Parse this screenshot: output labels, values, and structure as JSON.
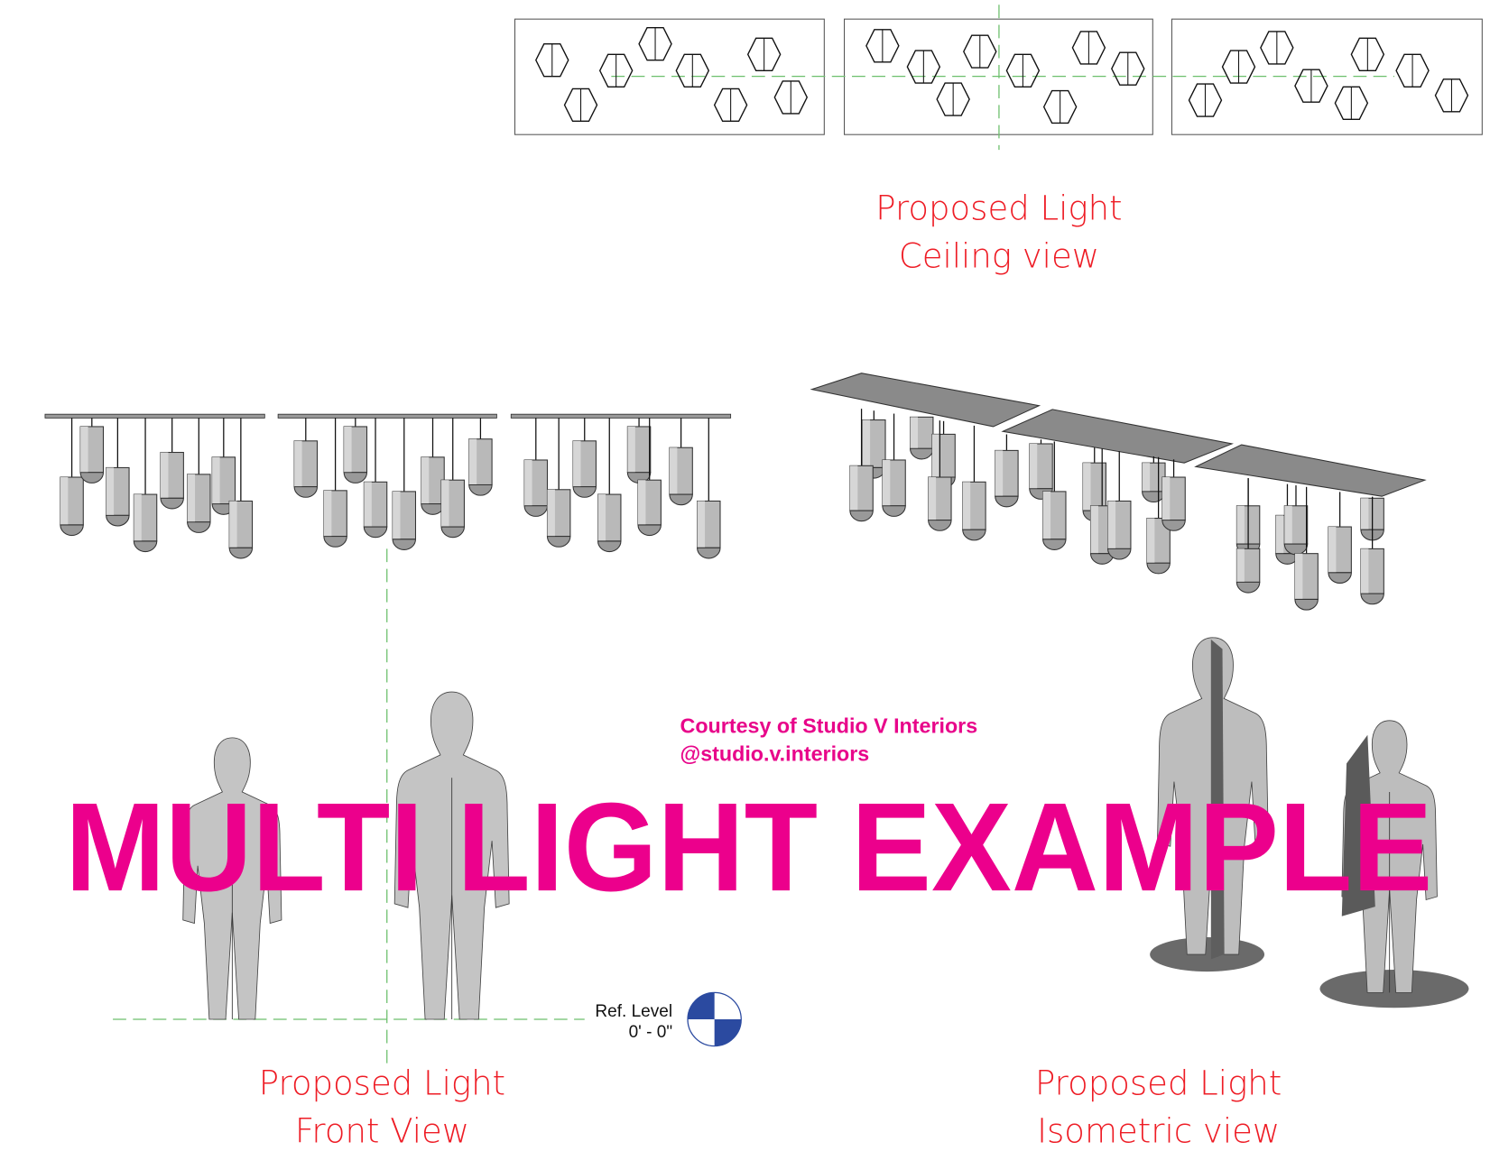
{
  "ceiling_view": {
    "line1": "Proposed Light",
    "line2": "Ceiling view"
  },
  "front_view": {
    "line1": "Proposed Light",
    "line2": "Front View"
  },
  "isometric_view": {
    "line1": "Proposed Light",
    "line2": "Isometric view"
  },
  "credit": {
    "line1": "Courtesy of Studio V Interiors",
    "line2": "@studio.v.interiors"
  },
  "watermark": "MULTI LIGHT EXAMPLE",
  "ref_level": {
    "name": "Ref. Level",
    "elevation": "0' - 0\""
  },
  "colors": {
    "label_red": "#ee1c25",
    "magenta": "#ec008c",
    "level_blue": "#2b4aa0",
    "guide_green": "#6cbf6c"
  }
}
